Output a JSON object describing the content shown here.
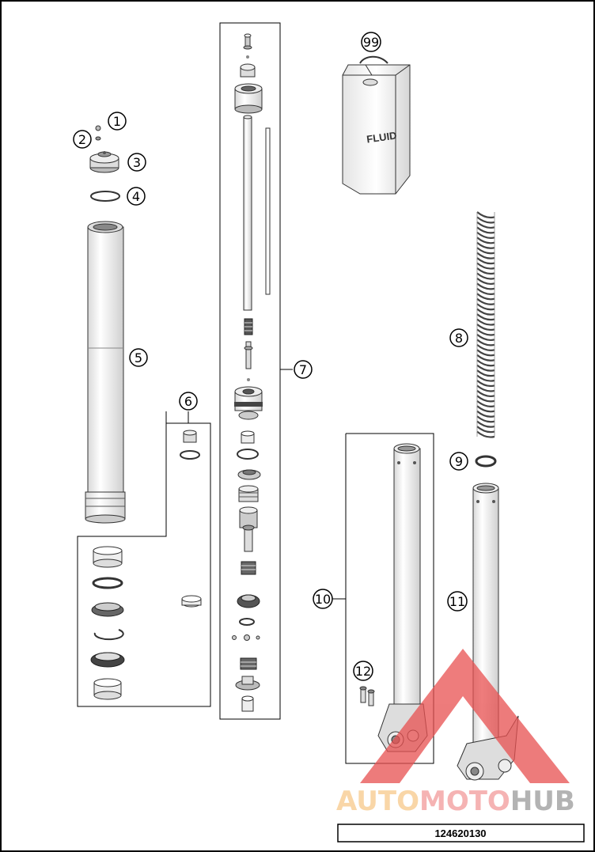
{
  "diagram": {
    "callouts": [
      {
        "id": "c1",
        "label": "1"
      },
      {
        "id": "c2",
        "label": "2"
      },
      {
        "id": "c3",
        "label": "3"
      },
      {
        "id": "c4",
        "label": "4"
      },
      {
        "id": "c5",
        "label": "5"
      },
      {
        "id": "c6",
        "label": "6"
      },
      {
        "id": "c7",
        "label": "7"
      },
      {
        "id": "c8",
        "label": "8"
      },
      {
        "id": "c9",
        "label": "9"
      },
      {
        "id": "c10",
        "label": "10"
      },
      {
        "id": "c11",
        "label": "11"
      },
      {
        "id": "c12",
        "label": "12"
      },
      {
        "id": "c99",
        "label": "99"
      }
    ],
    "fluid_label": "FLUID",
    "document_number": "124620130"
  },
  "watermark": {
    "part1": "AUTO",
    "part2": "MOTO",
    "part3": "HUB",
    "colors": {
      "auto": "#f7c98a",
      "moto": "#f29a9a",
      "hub": "#9a9a9a",
      "triangle": "#e85050"
    }
  }
}
